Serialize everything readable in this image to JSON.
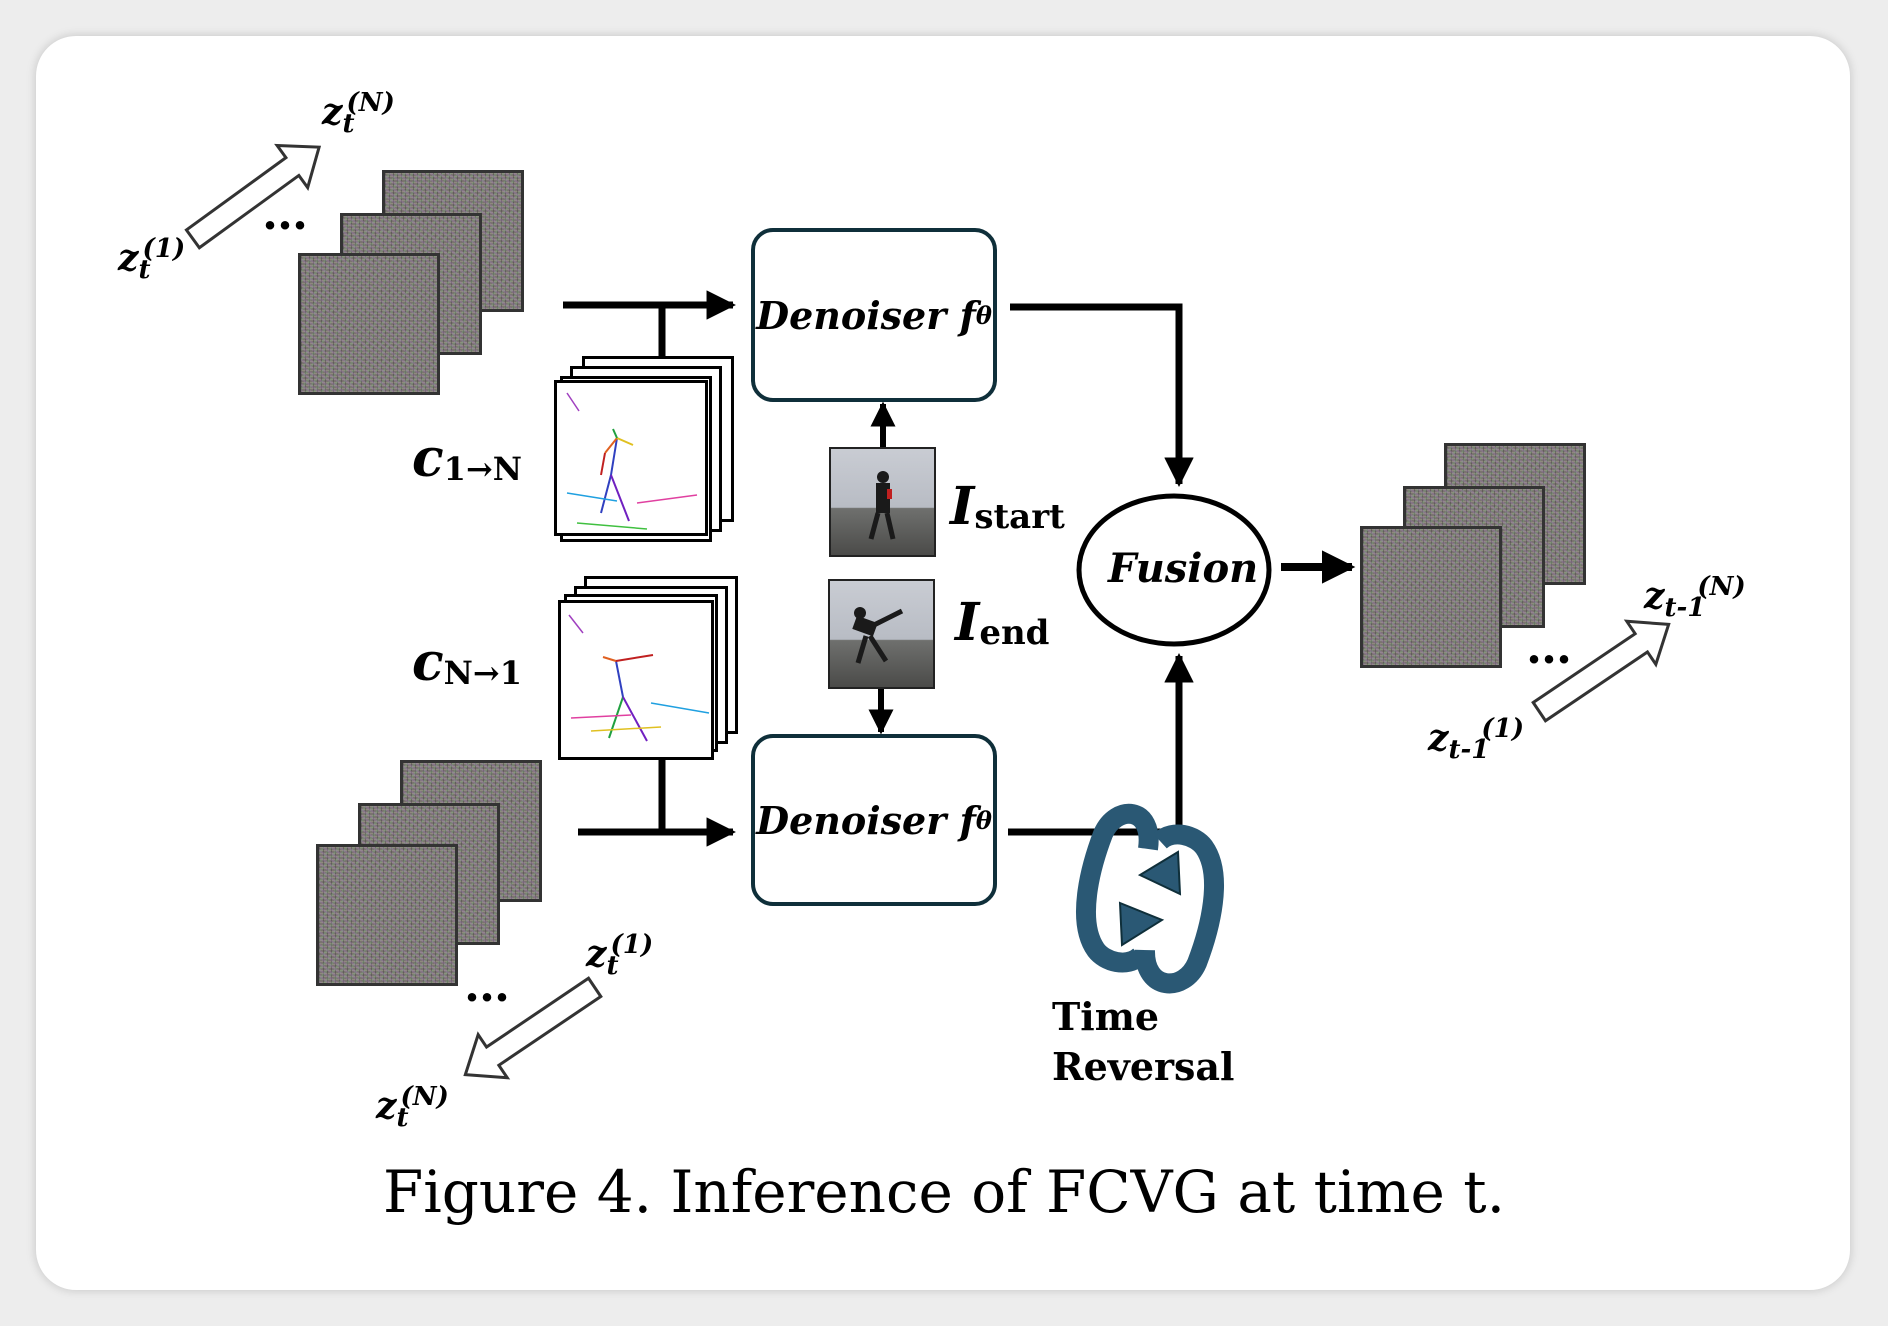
{
  "denoiser_top": "Denoiser f",
  "denoiser_bottom": "Denoiser f",
  "theta": "θ",
  "fusion": "Fusion",
  "time_reversal_line1": "Time",
  "time_reversal_line2": "Reversal",
  "i_start_main": "I",
  "i_start_sub": "start",
  "i_end_main": "I",
  "i_end_sub": "end",
  "c_forward_main": "c",
  "c_forward_sub": "1→N",
  "c_backward_main": "c",
  "c_backward_sub": "N→1",
  "z_t": "z",
  "z_t_sub": "t",
  "z_t1_sub": "t-1",
  "sup_1": "(1)",
  "sup_N": "(N)",
  "ellipsis": "…",
  "caption": "Figure 4. Inference of FCVG at time t.",
  "colors": {
    "box_border": "#0f2f3a",
    "cycle_arrow": "#2a5874",
    "line": "#000000"
  }
}
